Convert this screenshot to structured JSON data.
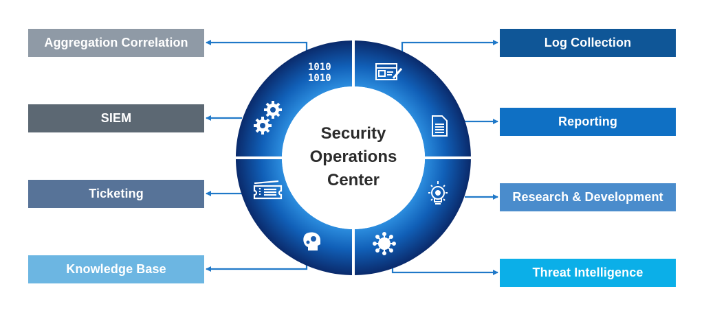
{
  "center": {
    "line1": "Security",
    "line2": "Operations",
    "line3": "Center"
  },
  "left_boxes": [
    {
      "label": "Aggregation Correlation",
      "color": "#8f9aa6",
      "icon": "binary-icon"
    },
    {
      "label": "SIEM",
      "color": "#5c6873",
      "icon": "gears-icon"
    },
    {
      "label": "Ticketing",
      "color": "#577398",
      "icon": "ticket-icon"
    },
    {
      "label": "Knowledge Base",
      "color": "#6cb6e2",
      "icon": "brain-gears-icon"
    }
  ],
  "right_boxes": [
    {
      "label": "Log Collection",
      "color": "#0f5697",
      "icon": "web-editor-icon"
    },
    {
      "label": "Reporting",
      "color": "#0f70c4",
      "icon": "document-icon"
    },
    {
      "label": "Research & Development",
      "color": "#4a8ccc",
      "icon": "lightbulb-gear-icon"
    },
    {
      "label": "Threat Intelligence",
      "color": "#0bafe8",
      "icon": "virus-icon"
    }
  ],
  "colors": {
    "connector": "#1f78c8",
    "ring_dark": "#0a2a6b",
    "ring_light": "#2d8fe0"
  },
  "binary_text": {
    "line1": "1010",
    "line2": "1010"
  }
}
